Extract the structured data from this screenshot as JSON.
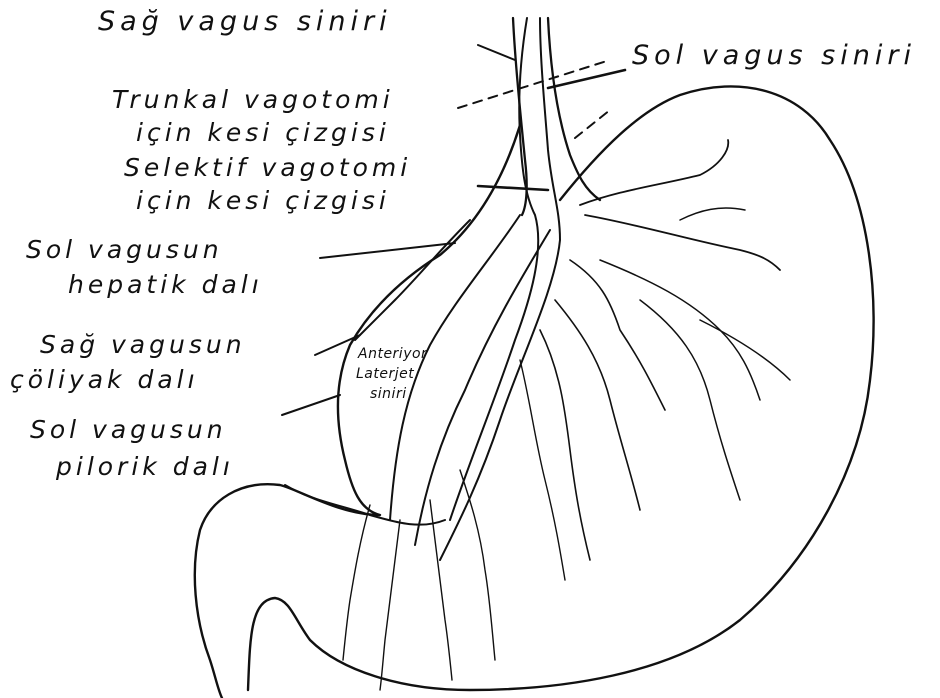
{
  "labels": {
    "right_vagus": "Sağ vagus   siniri",
    "left_vagus": "Sol vagus   siniri",
    "truncal_1": "Trunkal  vagotomi",
    "truncal_2": "için kesi  çizgisi",
    "selective_1": "Selektif  vagotomi",
    "selective_2": "için kesi  çizgisi",
    "hepatic_1": "Sol vagusun",
    "hepatic_2": "hepatik dalı",
    "celiac_1": "Sağ vagusun",
    "celiac_2": "çöliyak dalı",
    "pyloric_1": "Sol vagusun",
    "pyloric_2": "pilorik dalı",
    "anterior_1": "Anteriyor",
    "anterior_2": "Laterjet",
    "anterior_3": "siniri"
  },
  "style": {
    "ink": "#111111",
    "paper": "#ffffff"
  }
}
